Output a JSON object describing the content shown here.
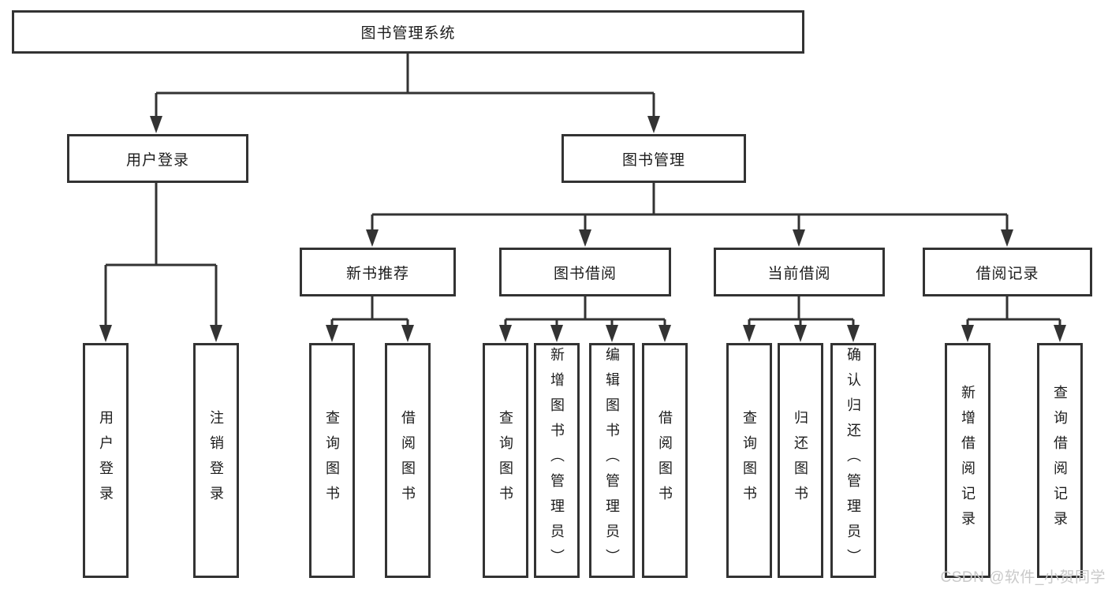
{
  "colors": {
    "line": "#333333",
    "text": "#1c1c1c",
    "watermark": "#c9c9c9",
    "bg": "#ffffff"
  },
  "nodes": {
    "root": {
      "label": "图书管理系统"
    },
    "user_login": {
      "label": "用户登录"
    },
    "book_manage": {
      "label": "图书管理"
    },
    "new_book_rec": {
      "label": "新书推荐"
    },
    "book_borrow": {
      "label": "图书借阅"
    },
    "current_borrow": {
      "label": "当前借阅"
    },
    "borrow_records": {
      "label": "借阅记录"
    },
    "login": {
      "label": "用户登录"
    },
    "logout": {
      "label": "注销登录"
    },
    "rec_query_book": {
      "label": "查询图书"
    },
    "rec_borrow_book": {
      "label": "借阅图书"
    },
    "bb_query_book": {
      "label": "查询图书"
    },
    "bb_add_book": {
      "label": "新增图书（管理员）"
    },
    "bb_edit_book": {
      "label": "编辑图书（管理员）"
    },
    "bb_borrow_book": {
      "label": "借阅图书"
    },
    "cb_query_book": {
      "label": "查询图书"
    },
    "cb_return_book": {
      "label": "归还图书"
    },
    "cb_confirm_return": {
      "label": "确认归还（管理员）"
    },
    "br_add_record": {
      "label": "新增借阅记录"
    },
    "br_query_record": {
      "label": "查询借阅记录"
    }
  },
  "edges": [
    [
      "root",
      "user_login"
    ],
    [
      "root",
      "book_manage"
    ],
    [
      "user_login",
      "login"
    ],
    [
      "user_login",
      "logout"
    ],
    [
      "book_manage",
      "new_book_rec"
    ],
    [
      "book_manage",
      "book_borrow"
    ],
    [
      "book_manage",
      "current_borrow"
    ],
    [
      "book_manage",
      "borrow_records"
    ],
    [
      "new_book_rec",
      "rec_query_book"
    ],
    [
      "new_book_rec",
      "rec_borrow_book"
    ],
    [
      "book_borrow",
      "bb_query_book"
    ],
    [
      "book_borrow",
      "bb_add_book"
    ],
    [
      "book_borrow",
      "bb_edit_book"
    ],
    [
      "book_borrow",
      "bb_borrow_book"
    ],
    [
      "current_borrow",
      "cb_query_book"
    ],
    [
      "current_borrow",
      "cb_return_book"
    ],
    [
      "current_borrow",
      "cb_confirm_return"
    ],
    [
      "borrow_records",
      "br_add_record"
    ],
    [
      "borrow_records",
      "br_query_record"
    ]
  ],
  "watermark": "CSDN @软件_小贺同学"
}
